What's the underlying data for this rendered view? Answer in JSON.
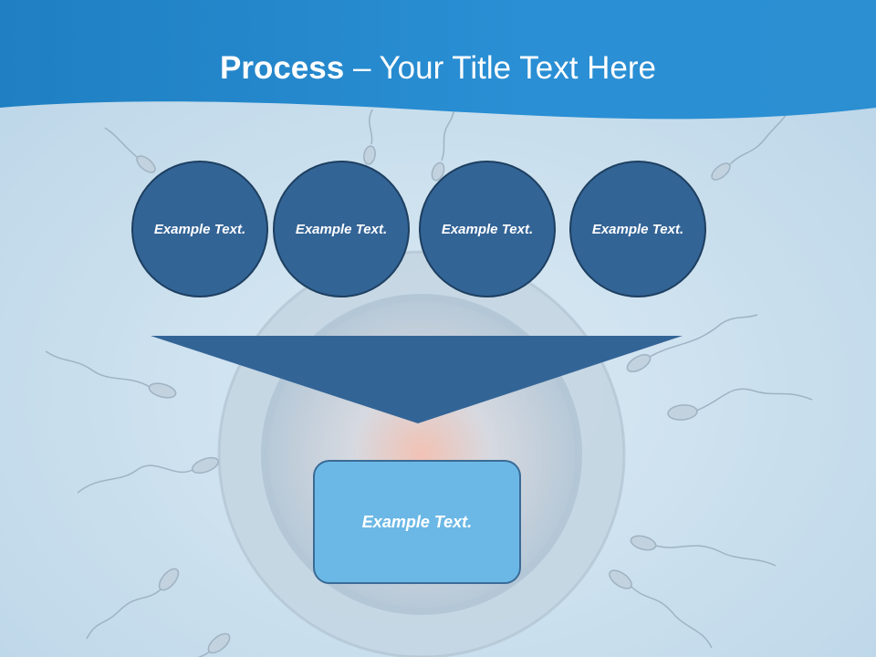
{
  "slide": {
    "title_bold": "Process",
    "title_rest": " – Your Title Text Here",
    "steps": [
      {
        "label": "Example Text."
      },
      {
        "label": "Example Text."
      },
      {
        "label": "Example Text."
      },
      {
        "label": "Example Text."
      }
    ],
    "result": {
      "label": "Example Text."
    }
  },
  "colors": {
    "header_blue": "#2a8fd4",
    "circle_fill": "#336496",
    "circle_border": "#1d3f60",
    "funnel_fill": "#336496",
    "result_fill": "#6bb8e6",
    "result_border": "#3a6b96",
    "background": "#cfe2ee"
  },
  "icons": [
    "egg-cell-illustration",
    "sperm-illustration"
  ]
}
